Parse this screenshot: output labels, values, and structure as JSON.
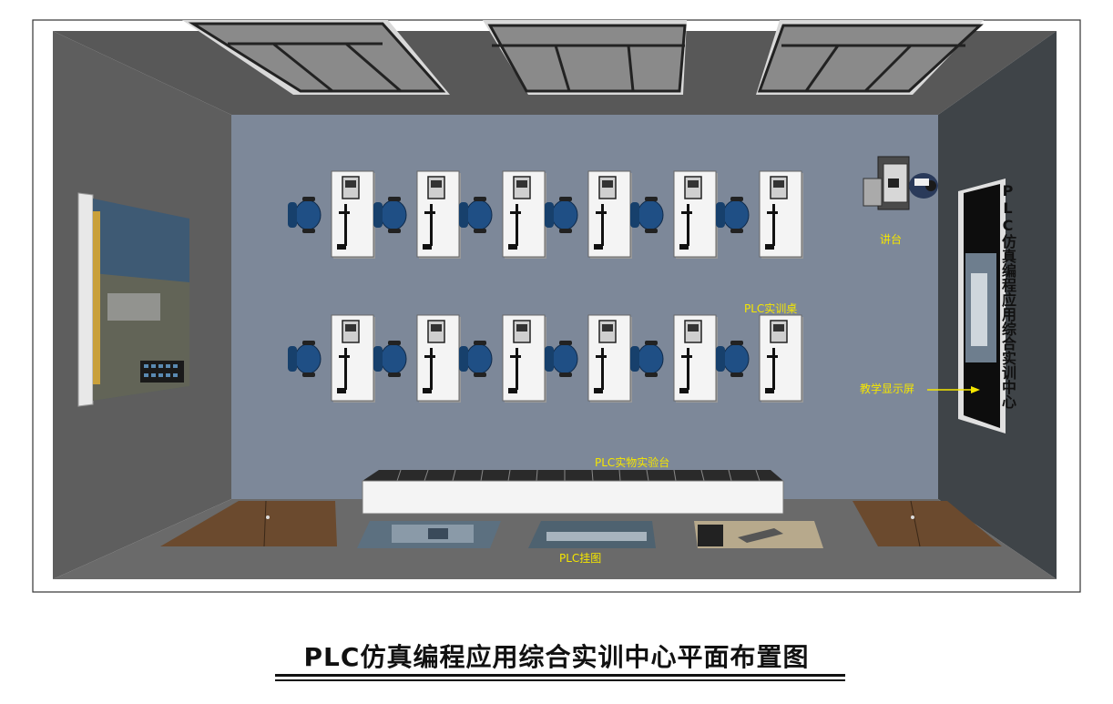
{
  "title": "PLC仿真编程应用综合实训中心平面布置图",
  "labels": {
    "podium": "讲台",
    "training_desk": "PLC实训桌",
    "display_screen": "教学显示屏",
    "lab_bench": "PLC实物实验台",
    "wall_chart": "PLC挂图"
  },
  "wall_sign": "PLC仿真编程应用综合实训中心",
  "colors": {
    "floor": "#7d8899",
    "wall": "#565656",
    "label": "#f5e600",
    "chair": "#1f4f85",
    "desk": "#f4f4f4",
    "door": "#6b4a2e"
  },
  "layout": {
    "desk_rows": 2,
    "desks_per_row": 6
  }
}
